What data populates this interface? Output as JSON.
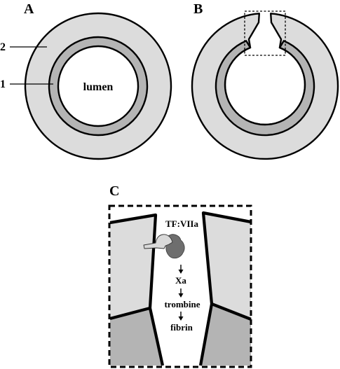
{
  "panels": {
    "a": {
      "label": "A"
    },
    "b": {
      "label": "B"
    },
    "c": {
      "label": "C"
    }
  },
  "layers": {
    "inner": {
      "number": "1"
    },
    "outer": {
      "number": "2"
    }
  },
  "lumen": {
    "label": "lumen"
  },
  "cascade": {
    "complex": "TF:VIIa",
    "steps": [
      "Xa",
      "trombine",
      "fibrin"
    ]
  },
  "colors": {
    "outer_layer": "#dcdcdc",
    "inner_layer": "#b4b4b4",
    "lumen": "#ffffff",
    "outline": "#000000",
    "tissue_factor": "#d9d9d9",
    "factor_viia": "#6e6e6e"
  }
}
